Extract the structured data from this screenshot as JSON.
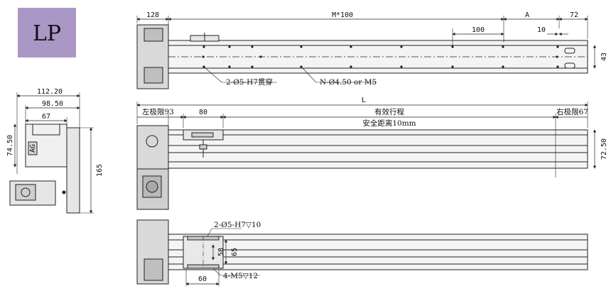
{
  "logo": {
    "text": "LP",
    "color": "#ab97c6"
  },
  "colors": {
    "line": "#222222",
    "body": "#dcdcdc",
    "body_dark": "#9a9a9a",
    "motor": "#cfcfcf"
  },
  "top_view": {
    "dim_left": "128",
    "dim_pitch": "M*100",
    "dim_a": "A",
    "dim_right": "72",
    "dim_100": "100",
    "dim_10": "10",
    "dim_height": "43",
    "callout_pins": "2-Ø5-H7贯穿",
    "callout_holes": "N-Ø4.50 or M5"
  },
  "side_view": {
    "dim_total": "L",
    "left_limit": "左极限93",
    "dim_80": "80",
    "stroke": "有效行程",
    "safety": "安全距离10mm",
    "right_limit": "右极限67",
    "dim_height": "72.50"
  },
  "bottom_view": {
    "callout_pins": "2-Ø5-H7▽10",
    "callout_threads": "4-M5▽12",
    "dim_58": "58",
    "dim_65": "65",
    "dim_60": "60"
  },
  "end_view": {
    "dim_112": "112.20",
    "dim_98": "98.50",
    "dim_67": "67",
    "dim_74": "74.50",
    "dim_165": "165",
    "ag_label": "AG"
  }
}
